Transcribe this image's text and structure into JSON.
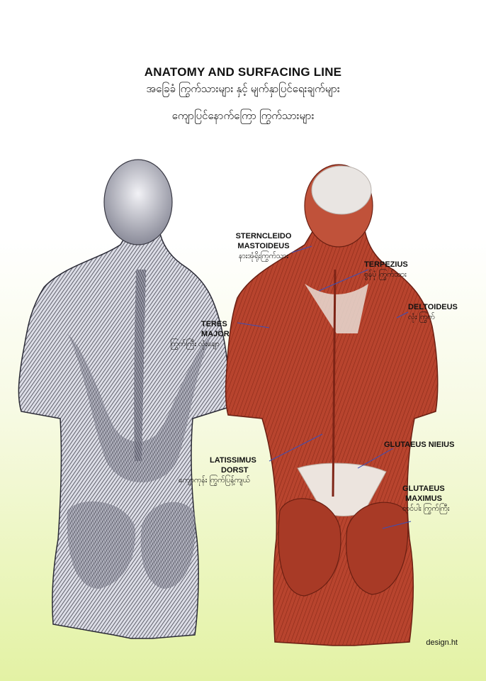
{
  "header": {
    "title": "ANATOMY AND SURFACING LINE",
    "subtitle": "အခြေခံ ကြွက်သားများ နှင့် မျက်နှာပြင်ရေးချက်များ",
    "section": "ကျောပြင်နောက်ကြော ကြွက်သားများ"
  },
  "labels": {
    "sternocleido": {
      "en1": "STERNCLEIDO",
      "en2": "MASTOIDEUS",
      "mm": "နားအုံရိုးကြွက်သား"
    },
    "terpezius": {
      "en": "TERPEZIUS",
      "mm": "စွန်ပုံ ကြွက်သား"
    },
    "deltoideus": {
      "en": "DELTOIDEUS",
      "mm": "လုံး ကြွက်"
    },
    "teres": {
      "en1": "TERES",
      "en2": "MAJOR",
      "mm": "ကြွက်ကြီး လုံးချော"
    },
    "latissimus": {
      "en1": "LATISSIMUS",
      "en2": "DORST",
      "mm": "ကျောကုန်း ကြွက်ပြန့်ကျယ်"
    },
    "glutaeus_medius": {
      "en": "GLUTAEUS NIEIUS"
    },
    "glutaeus_maximus": {
      "en1": "GLUTAEUS",
      "en2": "MAXIMUS",
      "mm": "တင်ပါး ကြွက်ကြီး"
    }
  },
  "credit": "design.ht",
  "colors": {
    "muscle": "#b8442e",
    "muscle_dark": "#7e2416",
    "tendon": "#ece4de",
    "sketch": "#3a3a45",
    "leader": "#3b4fb8"
  }
}
